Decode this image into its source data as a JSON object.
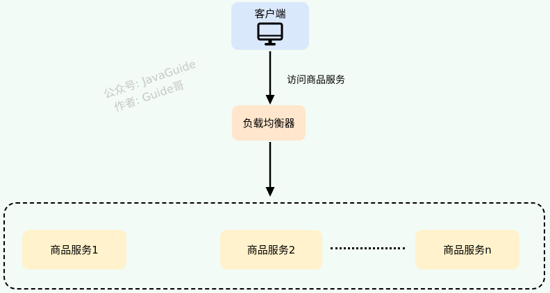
{
  "diagram": {
    "client": {
      "label": "客户端",
      "icon": "monitor-icon"
    },
    "edge_client_to_lb": {
      "label": "访问商品服务"
    },
    "load_balancer": {
      "label": "负载均衡器"
    },
    "services_group": {
      "border_style": "dashed-rounded-rectangle",
      "services": [
        {
          "label": "商品服务1"
        },
        {
          "label": "商品服务2"
        },
        {
          "label": "商品服务n"
        }
      ],
      "ellipsis_between": "dotted-line"
    },
    "watermark": {
      "line1": "公众号: JavaGuide",
      "line2": "作者: Guide哥"
    }
  },
  "colors": {
    "background": "#f2fbf5",
    "client_box": "#dae8fc",
    "load_balancer_box": "#ffe6cc",
    "service_box": "#fff2cc",
    "border": "#000000",
    "arrow": "#000000",
    "watermark": "#c8c8c8"
  }
}
